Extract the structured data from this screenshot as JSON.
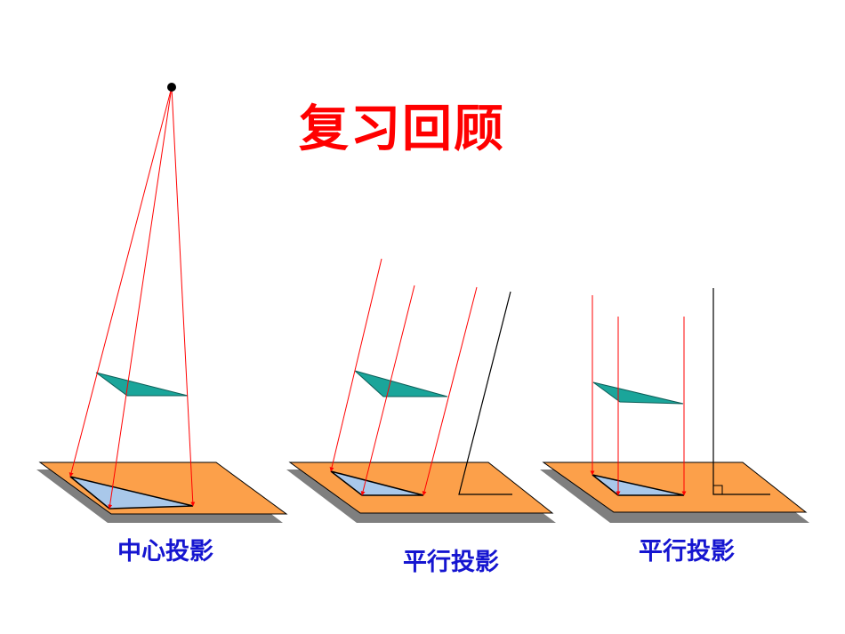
{
  "title": "复习回顾",
  "captions": {
    "central": "中心投影",
    "parallel_oblique": "平行投影",
    "parallel_orthogonal": "平行投影"
  },
  "colors": {
    "title": "#ff0000",
    "caption": "#1515d0",
    "plane_fill": "#fca04a",
    "plane_shadow": "#7f7f7f",
    "triangle_fill": "#1aa59a",
    "shadow_fill": "#a9c8ea",
    "ray": "#ff0000",
    "reference_line": "#000000"
  }
}
